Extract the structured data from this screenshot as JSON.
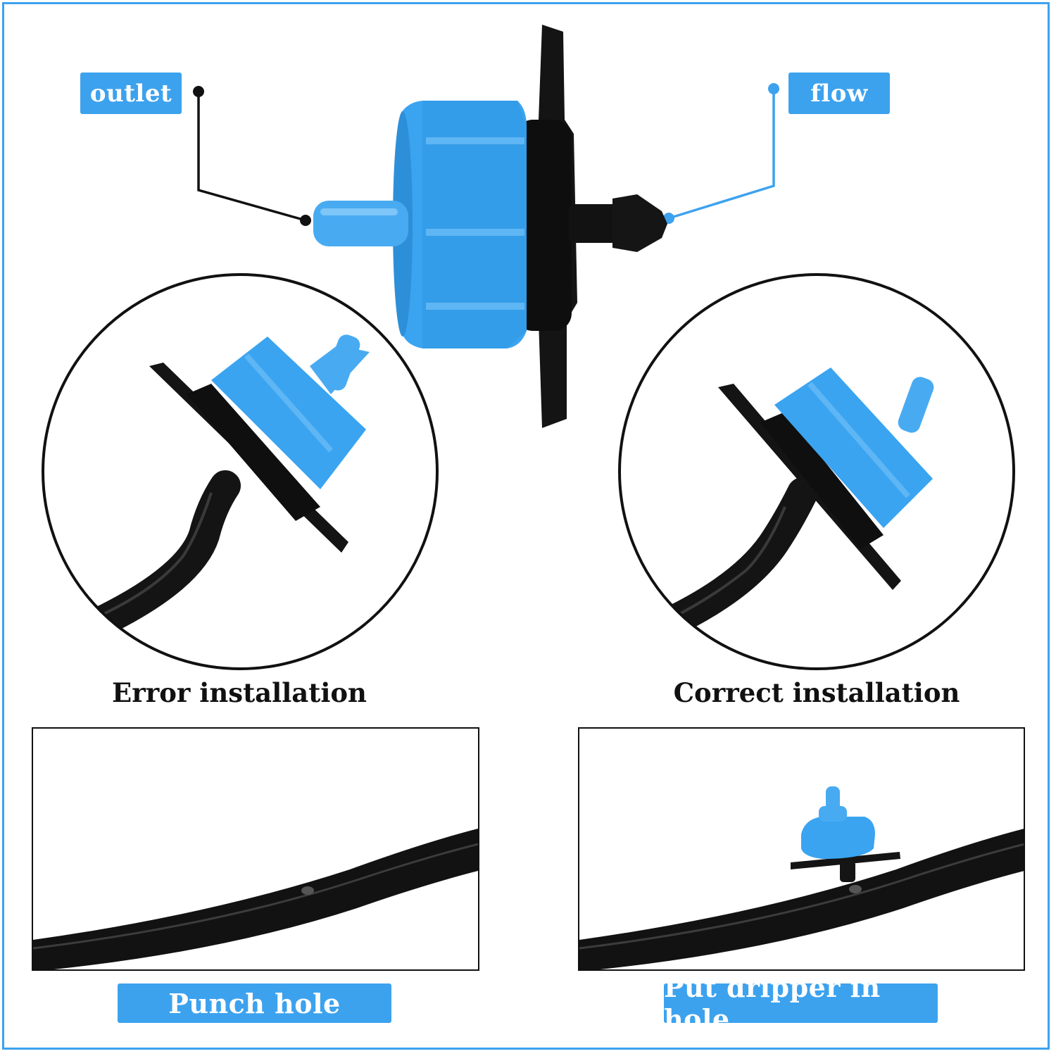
{
  "callouts": {
    "outlet": "outlet",
    "flow": "flow"
  },
  "captions": {
    "error": "Error installation",
    "correct": "Correct installation"
  },
  "steps": {
    "punch": "Punch hole",
    "put": "Put dripper in hole"
  },
  "colors": {
    "accent": "#3da2ee",
    "dripper_blue": "#3aa4f0",
    "tube_black": "#111111"
  }
}
